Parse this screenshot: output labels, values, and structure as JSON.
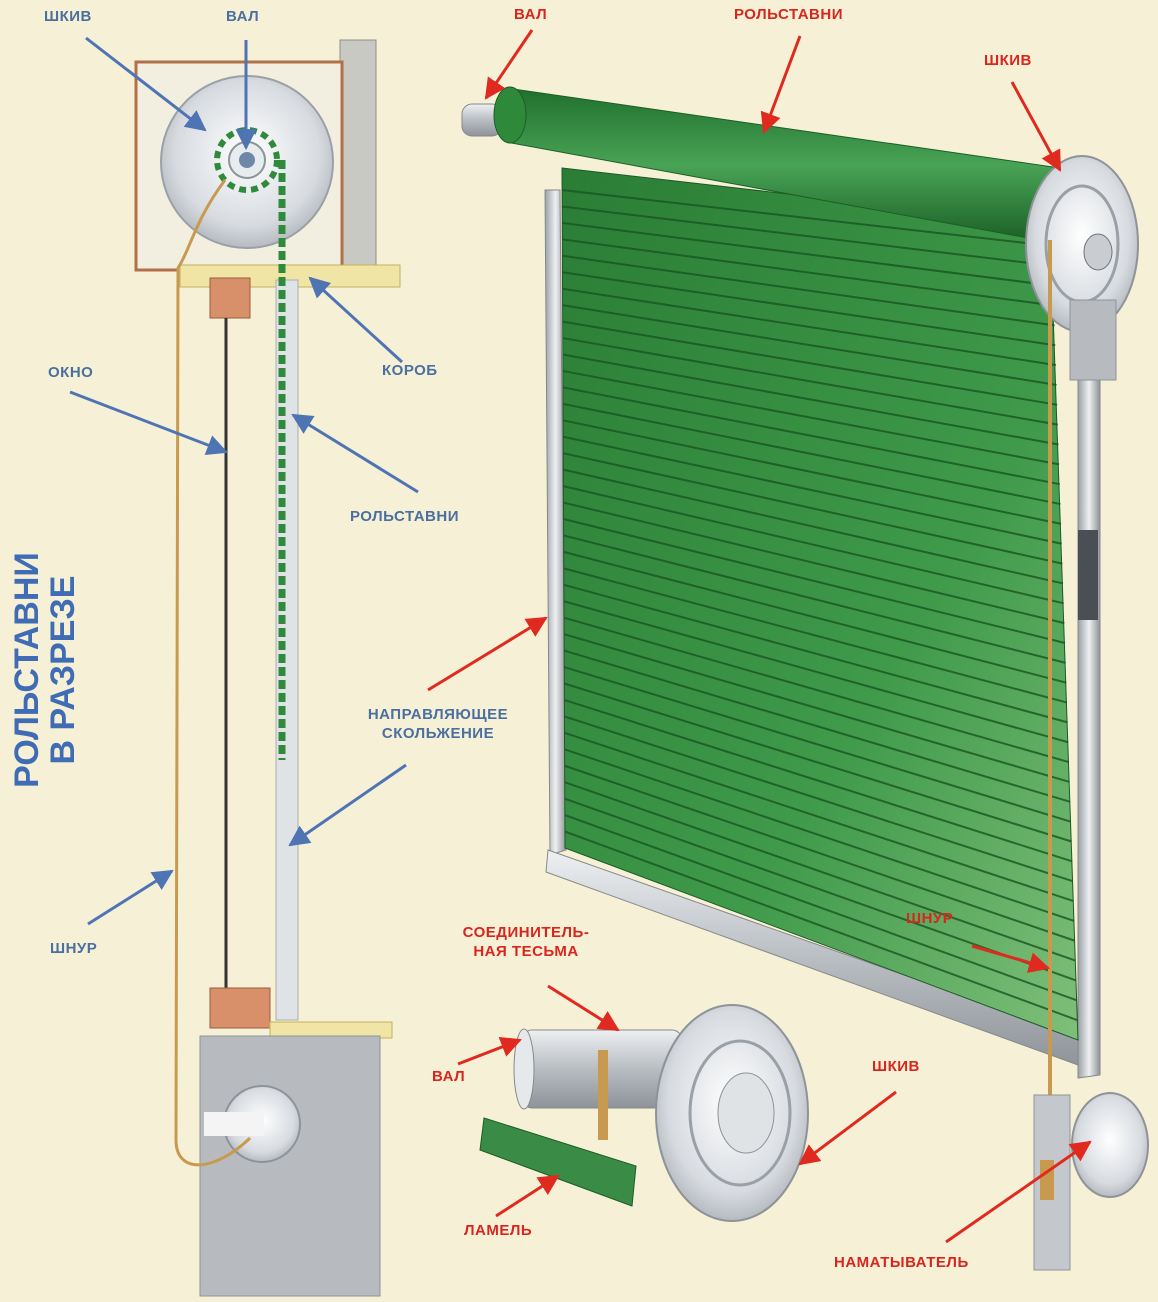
{
  "title": {
    "line1": "РОЛЬСТАВНИ",
    "line2": "В РАЗРЕЗЕ"
  },
  "labels": {
    "section_pulley": "ШКИВ",
    "section_shaft": "ВАЛ",
    "section_window": "ОКНО",
    "section_box": "КОРОБ",
    "section_shutters": "РОЛЬСТАВНИ",
    "section_guide_line1": "НАПРАВЛЯЮЩЕЕ",
    "section_guide_line2": "СКОЛЬЖЕНИЕ",
    "section_cord": "ШНУР",
    "view_shaft": "ВАЛ",
    "view_shutters": "РОЛЬСТАВНИ",
    "view_pulley": "ШКИВ",
    "view_cord": "ШНУР",
    "detail_tape_line1": "СОЕДИНИТЕЛЬ-",
    "detail_tape_line2": "НАЯ ТЕСЬМА",
    "detail_shaft": "ВАЛ",
    "detail_pulley": "ШКИВ",
    "detail_slat": "ЛАМЕЛЬ",
    "view_winder": "НАМАТЫВАТЕЛЬ"
  },
  "colors": {
    "background": "#f6f1d6",
    "shutter_green": "#2f8a3c",
    "label_blue": "#4a6fa0",
    "label_red": "#d8261f",
    "arrow_blue": "#4f74b4",
    "arrow_red": "#e02a20"
  }
}
